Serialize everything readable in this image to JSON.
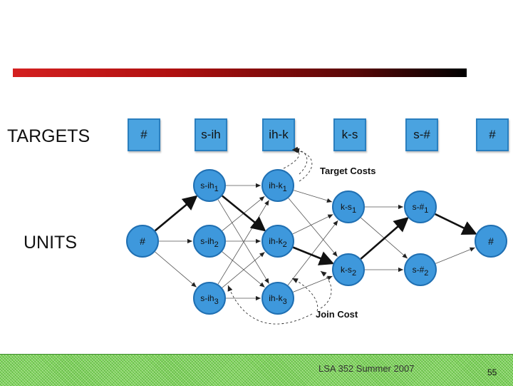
{
  "labels": {
    "targets": "TARGETS",
    "units": "UNITS"
  },
  "targets": [
    "#",
    "s-ih",
    "ih-k",
    "k-s",
    "s-#",
    "#"
  ],
  "units": {
    "u_start": "#",
    "u_sih1": "s-ih1",
    "u_sih2": "s-ih2",
    "u_sih3": "s-ih3",
    "u_ihk1": "ih-k1",
    "u_ihk2": "ih-k2",
    "u_ihk3": "ih-k3",
    "u_ks1": "k-s1",
    "u_ks2": "k-s2",
    "u_sh1": "s-#1",
    "u_sh2": "s-#2",
    "u_end": "#"
  },
  "annotations": {
    "target_costs": "Target Costs",
    "join_cost": "Join Cost"
  },
  "footer": {
    "text": "LSA 352 Summer 2007",
    "page": "55"
  },
  "colors": {
    "node_fill": "#3e98dc",
    "node_stroke": "#1f6fb2",
    "box_fill": "#4aa3e0"
  }
}
